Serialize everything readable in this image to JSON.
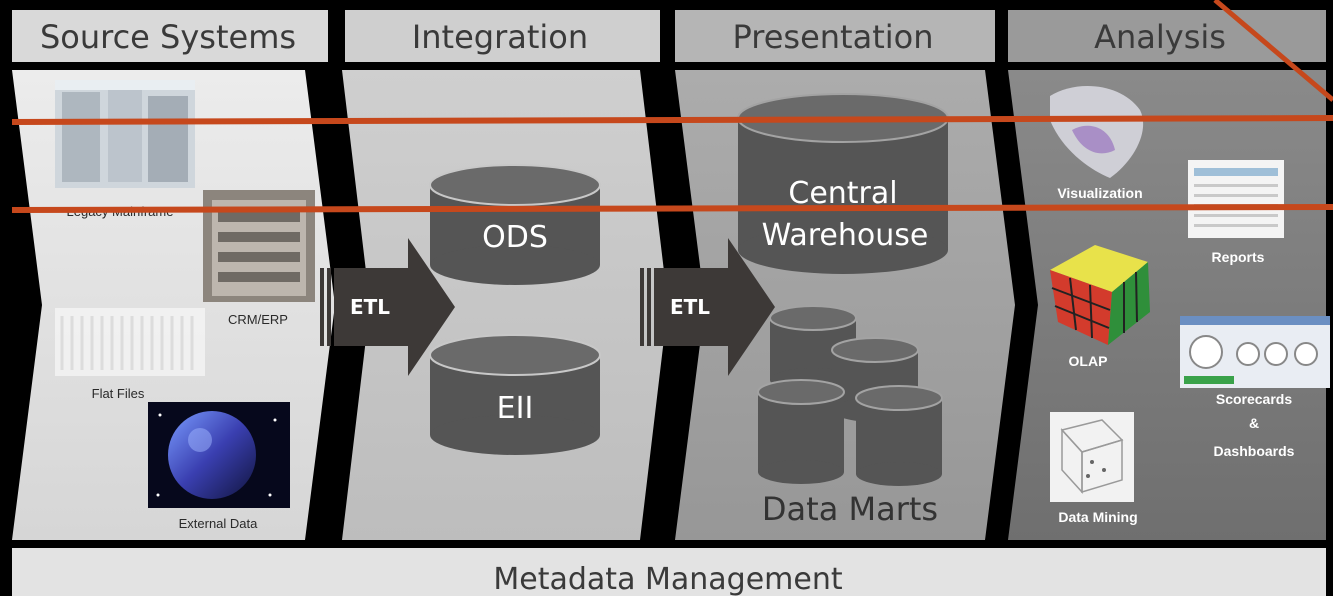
{
  "columns": {
    "source": "Source Systems",
    "integration": "Integration",
    "presentation": "Presentation",
    "analysis": "Analysis"
  },
  "sources": {
    "legacy": "Legacy Mainframe",
    "crm": "CRM/ERP",
    "flat": "Flat Files",
    "external": "External Data"
  },
  "etl": {
    "first": "ETL",
    "second": "ETL"
  },
  "integration": {
    "ods": "ODS",
    "eii": "EII"
  },
  "presentation": {
    "central_line1": "Central",
    "central_line2": "Warehouse",
    "data_marts": "Data Marts"
  },
  "analysis": {
    "visualization": "Visualization",
    "reports": "Reports",
    "olap": "OLAP",
    "scorecards_line1": "Scorecards",
    "scorecards_line2": "&",
    "scorecards_line3": "Dashboards",
    "data_mining": "Data Mining"
  },
  "footer": "Metadata Management",
  "colors": {
    "background": "#000000",
    "header_band": "#d9d9d9",
    "panel_source": "#e6e6e6",
    "panel_integration": "#c8c8c8",
    "panel_presentation": "#a3a3a3",
    "panel_analysis": "#7f7f7f",
    "cylinder": "#555555",
    "etl_arrow": "#3d3937",
    "annotation": "#c6481c"
  }
}
